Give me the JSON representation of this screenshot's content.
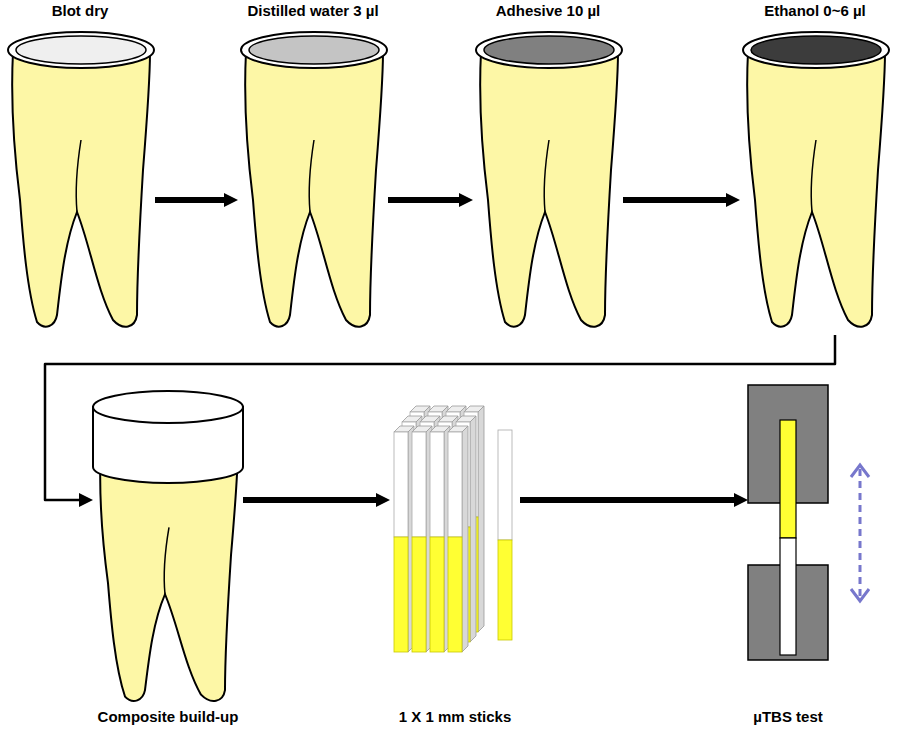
{
  "diagram": {
    "nodes": [
      {
        "text": [
          "Blot dry"
        ]
      },
      {
        "text": [
          "Distilled water 3 µl"
        ]
      },
      {
        "text": [
          "Adhesive 10 µl"
        ]
      },
      {
        "text": [
          "Ethanol 0~6 µl"
        ]
      },
      {
        "text": [
          "Composite build-up"
        ]
      },
      {
        "text": [
          "1 X 1 mm sticks"
        ]
      },
      {
        "text": [
          "µTBS test"
        ]
      }
    ],
    "edges": [
      {
        "from": 0,
        "to": 1,
        "arrow": "to"
      },
      {
        "from": 1,
        "to": 2,
        "arrow": "to"
      },
      {
        "from": 2,
        "to": 3,
        "arrow": "to"
      },
      {
        "from": 3,
        "to": 4,
        "arrow": "to"
      },
      {
        "from": 4,
        "to": 5,
        "arrow": "to"
      },
      {
        "from": 5,
        "to": 6,
        "arrow": "to"
      }
    ]
  }
}
